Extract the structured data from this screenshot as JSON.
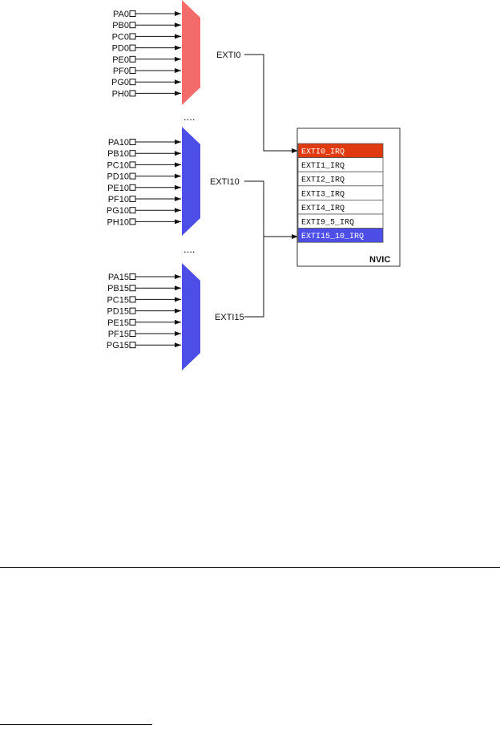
{
  "colors": {
    "mux_red": "#f46b6b",
    "mux_blue": "#4d4de8",
    "irq_red": "#e23a10",
    "irq_blue": "#4d4de8",
    "line": "#111111"
  },
  "muxes": [
    {
      "line": "EXTI0",
      "color": "red",
      "pins": [
        "PA0",
        "PB0",
        "PC0",
        "PD0",
        "PE0",
        "PF0",
        "PG0",
        "PH0"
      ]
    },
    {
      "line": "EXTI10",
      "color": "blue",
      "pins": [
        "PA10",
        "PB10",
        "PC10",
        "PD10",
        "PE10",
        "PF10",
        "PG10",
        "PH10"
      ]
    },
    {
      "line": "EXTI15",
      "color": "blue",
      "pins": [
        "PA15",
        "PB15",
        "PC15",
        "PD15",
        "PE15",
        "PF15",
        "PG15"
      ]
    }
  ],
  "ellipsis": [
    "....",
    "...."
  ],
  "nvic": {
    "title": "NVIC",
    "irqs": [
      {
        "label": "EXTI0_IRQ",
        "highlight": "red"
      },
      {
        "label": "EXTI1_IRQ",
        "highlight": ""
      },
      {
        "label": "EXTI2_IRQ",
        "highlight": ""
      },
      {
        "label": "EXTI3_IRQ",
        "highlight": ""
      },
      {
        "label": "EXTI4_IRQ",
        "highlight": ""
      },
      {
        "label": "EXTI9_5_IRQ",
        "highlight": ""
      },
      {
        "label": "EXTI15_10_IRQ",
        "highlight": "blue"
      }
    ]
  }
}
